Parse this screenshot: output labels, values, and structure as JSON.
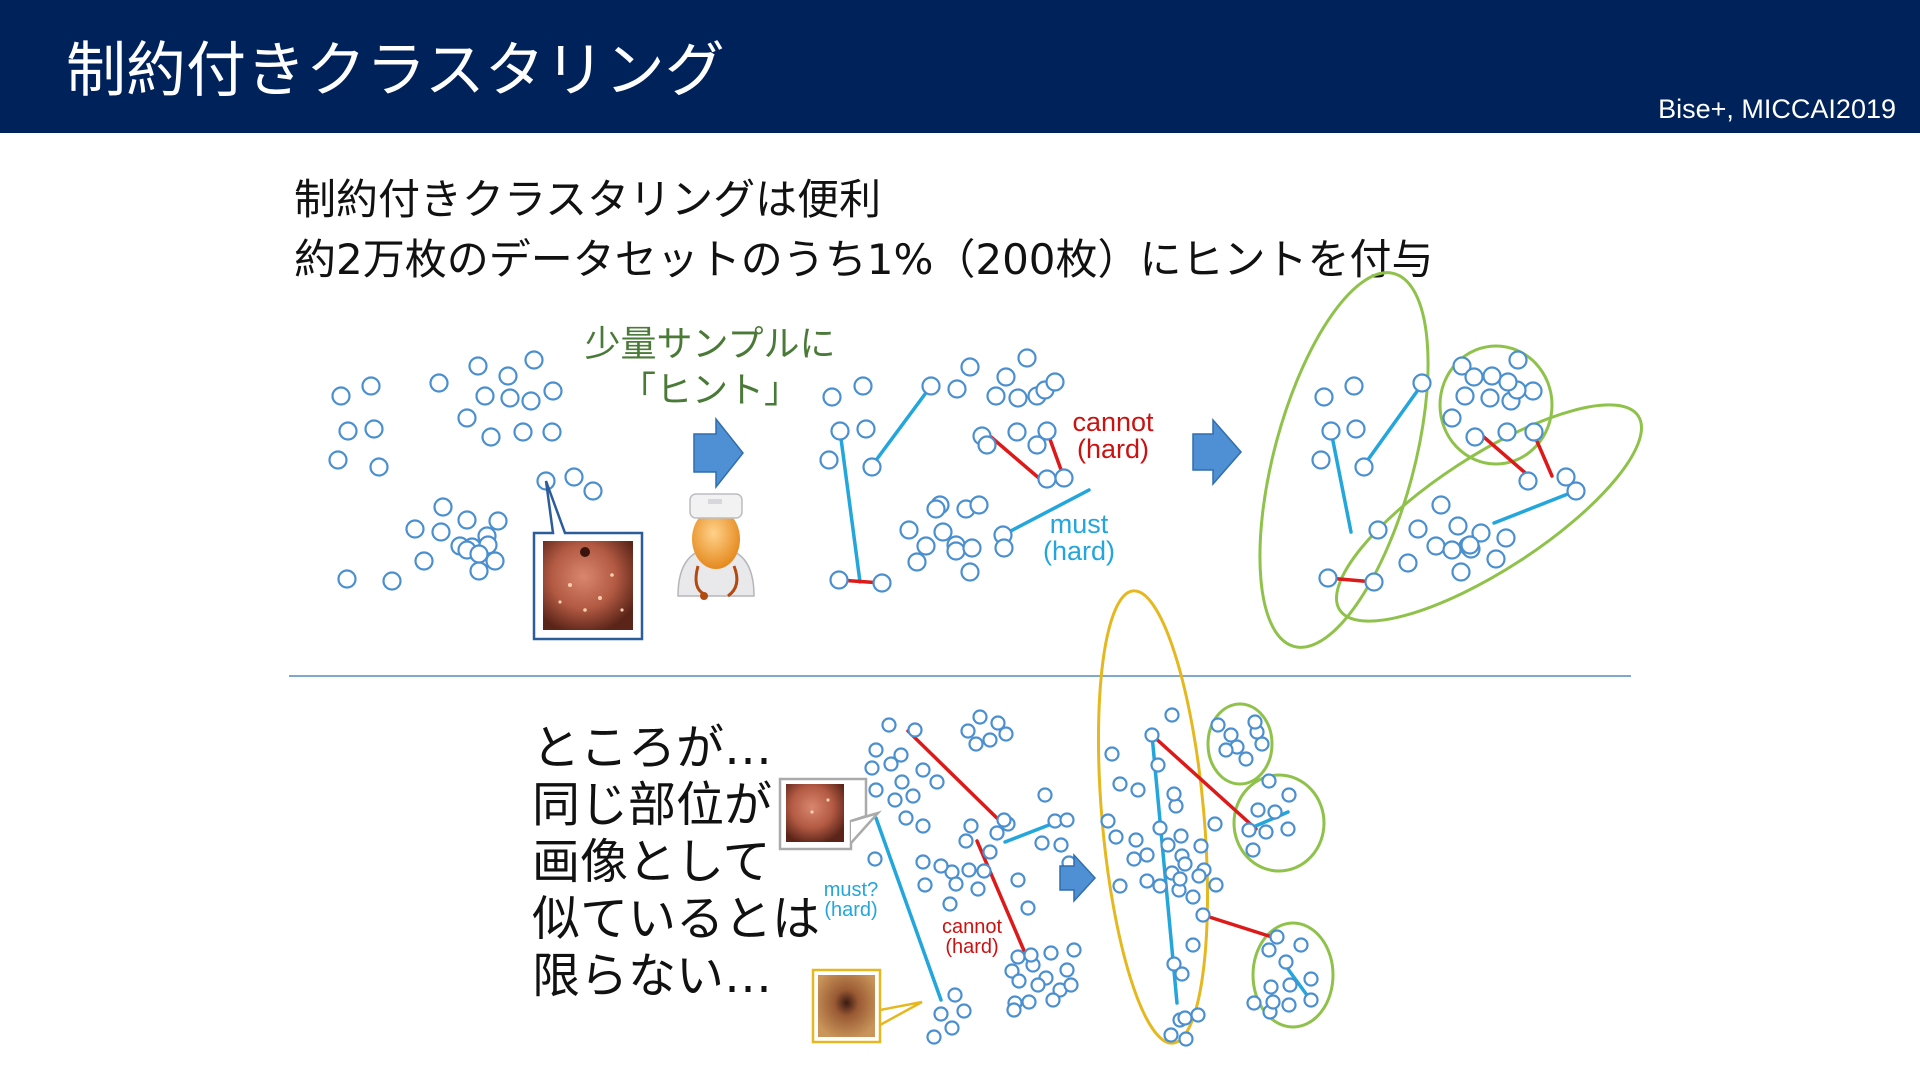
{
  "slide": {
    "title": "制約付きクラスタリング",
    "citation": "Bise+, MICCAI2019",
    "intro_line1": "制約付きクラスタリングは便利",
    "intro_line2": "約2万枚のデータセットのうち1%（200枚）にヒントを付与",
    "hint_line1": "少量サンプルに",
    "hint_line2": "「ヒント」",
    "cannot_word": "cannot",
    "hard_word": "(hard)",
    "must_word": "must",
    "must_q_word": "must?",
    "caveat_lines": [
      "ところが…",
      "同じ部位が",
      "画像として",
      "似ているとは",
      "限らない…"
    ]
  },
  "colors": {
    "header_bg": "#00225a",
    "node_stroke": "#4a8fd0",
    "must_link": "#22a6dc",
    "cannot_link": "#dd1a1a",
    "cluster_green": "#8fc24a",
    "cluster_yellow": "#e6b820",
    "arrow": "#4f8fd3",
    "hint_text": "#4a7a37"
  },
  "icons": [
    "doctor-icon",
    "endoscopy-thumbnail",
    "right-arrow-icon"
  ]
}
